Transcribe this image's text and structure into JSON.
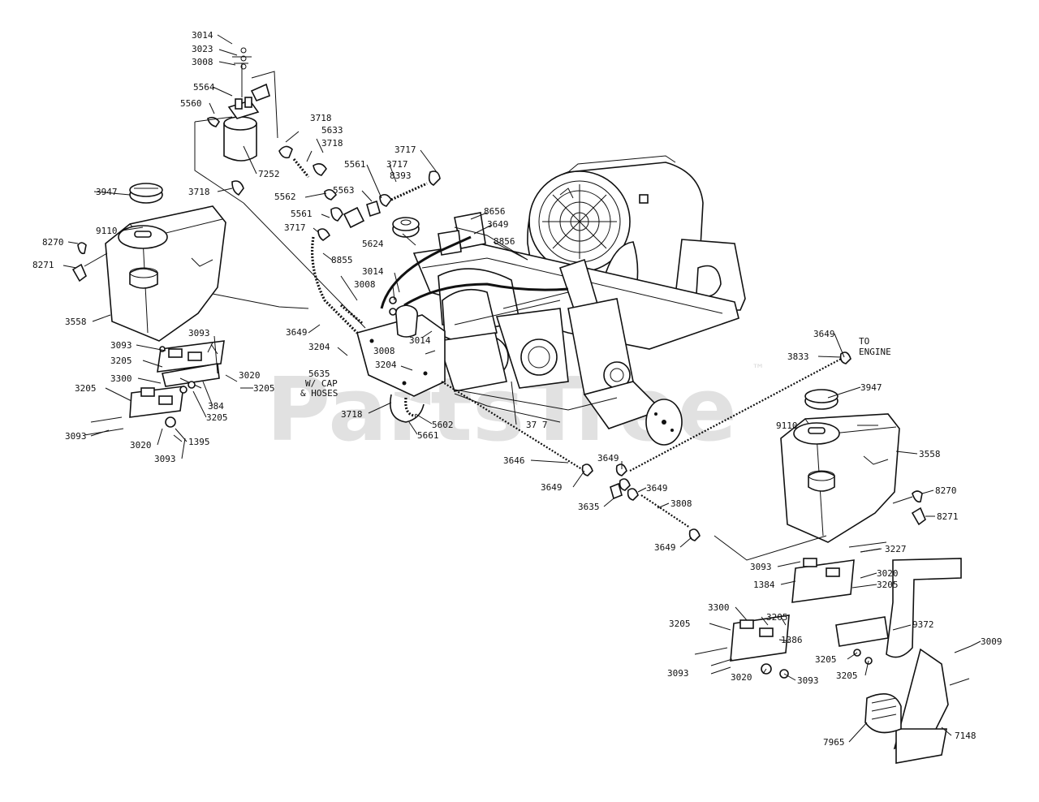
{
  "watermark": {
    "text": "PartsTree",
    "trademark": "™"
  },
  "labels": {
    "l3014a": "3014",
    "l3023": "3023",
    "l3008a": "3008",
    "l5564": "5564",
    "l5560": "5560",
    "l7252": "7252",
    "l3718a": "3718",
    "l5633": "5633",
    "l3718b": "3718",
    "l3718c": "3718",
    "l5561a": "5561",
    "l3717a": "3717",
    "l3717b": "3717",
    "l8393": "8393",
    "l5563": "5563",
    "l5562": "5562",
    "l5561b": "5561",
    "l3717c": "3717",
    "l8656": "8656",
    "l3649a": "3649",
    "l8856": "8856",
    "l5624": "5624",
    "l8855": "8855",
    "l3014b": "3014",
    "l3008b": "3008",
    "l3947a": "3947",
    "l9110a": "9110",
    "l8270a": "8270",
    "l8271a": "8271",
    "l3558a": "3558",
    "l3649b": "3649",
    "l3204a": "3204",
    "l3008c": "3008",
    "l3014c": "3014",
    "l3204b": "3204",
    "l5635": "5635",
    "l_wcap": "W/ CAP",
    "l_hoses": "& HOSES",
    "l3718d": "3718",
    "l5602": "5602",
    "l5661": "5661",
    "l3717d": "37 7",
    "l3093a": "3093",
    "l3093b": "3093",
    "l3205a": "3205",
    "l3300a": "3300",
    "l3020a": "3020",
    "l3205b": "3205",
    "l3205c": "3205",
    "l384": "384",
    "l3205d": "3205",
    "l3093c": "3093",
    "l3020b": "3020",
    "l1395": "1395",
    "l3093d": "3093",
    "l3649c": "3649",
    "l_to": "TO",
    "l_engine": "ENGINE",
    "l3833": "3833",
    "l3947b": "3947",
    "l9110b": "9110",
    "l3558b": "3558",
    "l8270b": "8270",
    "l8271b": "8271",
    "l3646": "3646",
    "l3649d": "3649",
    "l3649e": "3649",
    "l3649f": "3649",
    "l3635": "3635",
    "l3808": "3808",
    "l3649g": "3649",
    "l3093e": "3093",
    "l3227": "3227",
    "l3020c": "3020",
    "l1384": "1384",
    "l3205e": "3205",
    "l3300b": "3300",
    "l3205f": "3205",
    "l3205g": "3205",
    "l1386": "1386",
    "l9372": "9372",
    "l3009": "3009",
    "l3093f": "3093",
    "l3020d": "3020",
    "l3093g": "3093",
    "l3205h": "3205",
    "l3205i": "3205",
    "l7965": "7965",
    "l7148": "7148"
  }
}
